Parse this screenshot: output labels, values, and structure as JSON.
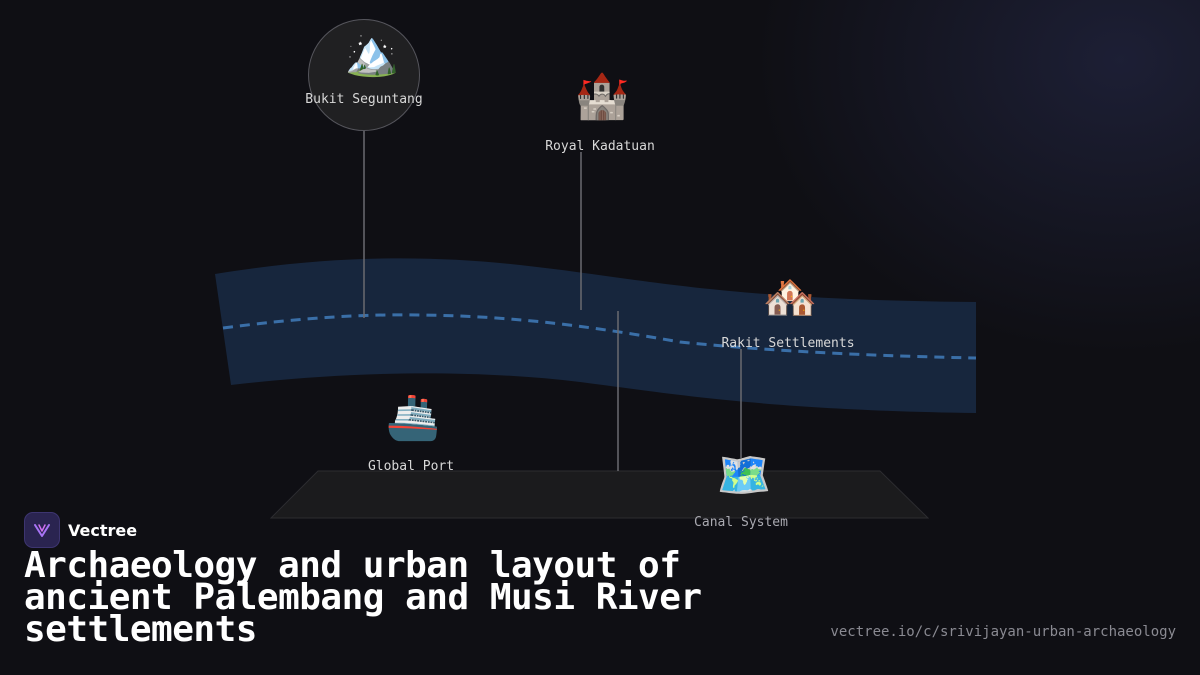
{
  "brand": {
    "name": "Vectree",
    "logo_icon": "vectree-logo-icon"
  },
  "title": "Archaeology and urban layout of ancient Palembang and Musi River settlements",
  "url": "vectree.io/c/srivijayan-urban-archaeology",
  "colors": {
    "background": "#0f0f14",
    "river": "#17263d",
    "river_path": "#3a6fa8",
    "platform": "#1b1b1d",
    "connector": "#6a6a70",
    "brand_accent": "#8b5cf6"
  },
  "nodes": [
    {
      "id": "bukit",
      "label": "Bukit Seguntang",
      "icon": "mountain-icon",
      "glyph": "🏔️"
    },
    {
      "id": "kadatuan",
      "label": "Royal Kadatuan",
      "icon": "castle-icon",
      "glyph": "🏰"
    },
    {
      "id": "rakit",
      "label": "Rakit Settlements",
      "icon": "houses-icon",
      "glyph": "🏘️"
    },
    {
      "id": "port",
      "label": "Global Port",
      "icon": "ship-icon",
      "glyph": "🚢"
    },
    {
      "id": "canal",
      "label": "Canal System",
      "icon": "map-icon",
      "glyph": "🗺️"
    }
  ]
}
